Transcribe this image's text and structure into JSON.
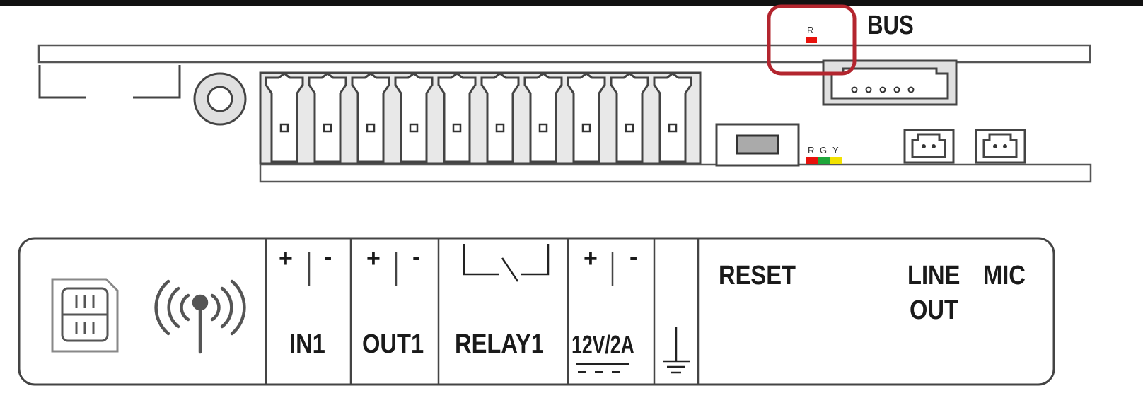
{
  "board": {
    "bus_label": "BUS",
    "bus_led_letter": "R",
    "status_led_letters": [
      "R",
      "G",
      "Y"
    ],
    "led_colors": {
      "red": "#e8120c",
      "green": "#1ea63a",
      "yellow": "#f2e200"
    },
    "highlight_color": "#b3252e"
  },
  "panel": {
    "sim_icon": "sim-card-icon",
    "antenna_icon": "antenna-icon",
    "ground_icon": "ground-icon",
    "relay_icon": "relay-switch-icon",
    "dc_icon": "dc-symbol-icon",
    "in1": {
      "plus": "+",
      "minus": "-",
      "label": "IN1"
    },
    "out1": {
      "plus": "+",
      "minus": "-",
      "label": "OUT1"
    },
    "relay1": {
      "label": "RELAY1"
    },
    "power": {
      "plus": "+",
      "minus": "-",
      "label": "12V/2A"
    },
    "reset_label": "RESET",
    "line_out_label": [
      "LINE",
      "OUT"
    ],
    "mic_label": "MIC"
  }
}
